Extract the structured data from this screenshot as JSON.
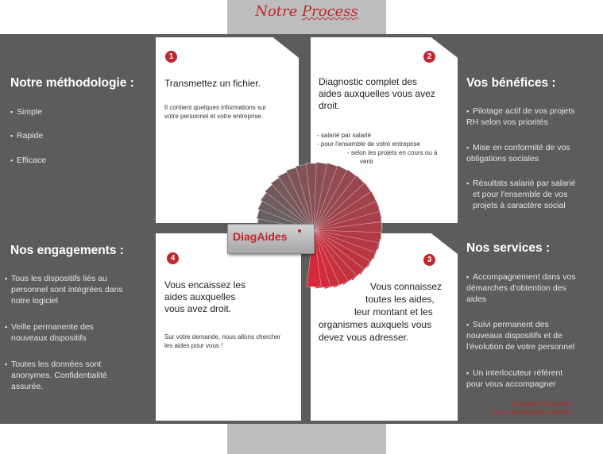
{
  "title": {
    "part1": "Notre ",
    "part2": "Process"
  },
  "center_badge": {
    "label": "DiagAides",
    "mark": "°"
  },
  "accent_color": "#c0272d",
  "steps": {
    "step1": {
      "number": "1",
      "heading": "Transmettez un fichier.",
      "detail_lines": [
        "Il contient quelques informations sur",
        "votre personnel et votre entreprise."
      ]
    },
    "step2": {
      "number": "2",
      "heading_lines": [
        "Diagnostic complet des",
        "aides auxquelles vous avez",
        "droit."
      ],
      "detail_lines": [
        "- salarié par salarié",
        "- pour l'ensemble de votre entreprise",
        "- selon les projets en cours ou à",
        "venir"
      ]
    },
    "step3": {
      "number": "3",
      "heading_lines": [
        "Vous connaissez",
        "toutes les aides,",
        "leur montant et les",
        "organismes auxquels vous",
        "devez vous adresser."
      ]
    },
    "step4": {
      "number": "4",
      "heading_lines": [
        "Vous encaissez les",
        "aides auxquelles",
        "vous avez droit."
      ],
      "detail_lines": [
        "Sur votre demande, nous allons chercher",
        "les aides pour vous !"
      ]
    }
  },
  "methodologie": {
    "title": "Notre méthodologie :",
    "items": [
      "Simple",
      "Rapide",
      "Efficace"
    ]
  },
  "engagements": {
    "title": "Nos engagements :",
    "items": [
      [
        "Tous les dispositifs liés au",
        "personnel sont intégrées dans",
        "notre logiciel"
      ],
      [
        "Veille permanente des",
        "nouveaux dispositifs"
      ],
      [
        "Toutes les données sont",
        "anonymes. Confidentialité",
        "assurée."
      ]
    ]
  },
  "benefices": {
    "title": "Vos bénéfices :",
    "items": [
      [
        "Pilotage actif de vos projets",
        "RH selon vos priorités"
      ],
      [
        "Mise en conformité de vos",
        "obligations sociales"
      ],
      [
        "Résultats salarié par salarié",
        "et pour l'ensemble de vos",
        "projets à caractère social"
      ]
    ]
  },
  "services": {
    "title": "Nos  services :",
    "items": [
      [
        "Accompagnement dans vos",
        "démarches d'obtention des",
        "aides"
      ],
      [
        "Suivi permanent des",
        "nouveaux dispositifs  et de",
        "l'évolution de votre personnel"
      ],
      [
        "Un interlocuteur référent",
        "pour vous accompagner"
      ]
    ]
  },
  "copyright": {
    "line1": "Copyright Diagaides",
    "line2": "Toute reproduction interdite"
  }
}
